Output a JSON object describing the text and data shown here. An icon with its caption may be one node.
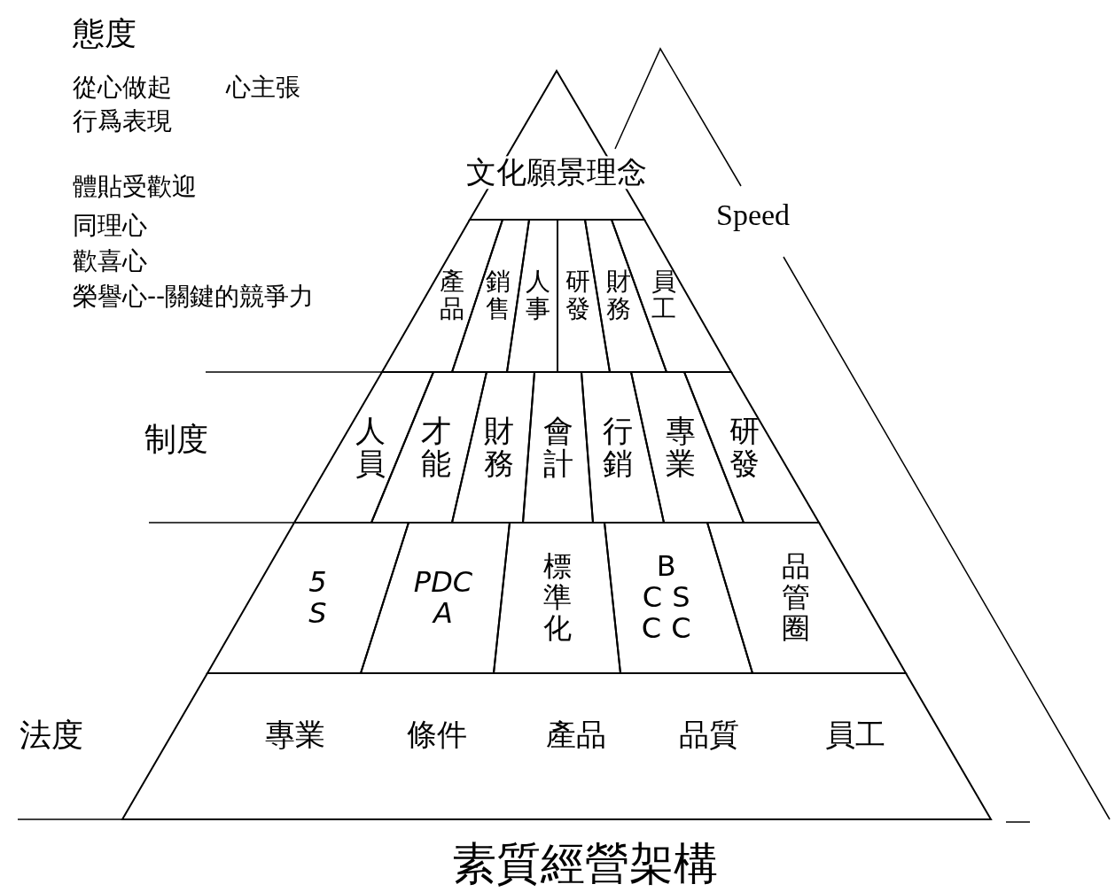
{
  "diagram": {
    "caption": "素質經營架構",
    "nodes": [
      {
        "text": [
          "文化願景理念"
        ]
      },
      {
        "text": [
          "產品"
        ]
      },
      {
        "text": [
          "銷售"
        ]
      },
      {
        "text": [
          "人事"
        ]
      },
      {
        "text": [
          "研發"
        ]
      },
      {
        "text": [
          "財務"
        ]
      },
      {
        "text": [
          "員工"
        ]
      },
      {
        "text": [
          "人員"
        ]
      },
      {
        "text": [
          "才能"
        ]
      },
      {
        "text": [
          "財務"
        ]
      },
      {
        "text": [
          "會計"
        ]
      },
      {
        "text": [
          "行銷"
        ]
      },
      {
        "text": [
          "專業"
        ]
      },
      {
        "text": [
          "研發"
        ]
      },
      {
        "text": [
          "5S"
        ]
      },
      {
        "text": [
          "PDCA"
        ]
      },
      {
        "text": [
          "標準化"
        ]
      },
      {
        "text": [
          "B CS CC"
        ]
      },
      {
        "text": [
          "品管圈"
        ]
      },
      {
        "text": [
          "專業",
          "條件",
          "產品",
          "品質",
          "員工"
        ]
      }
    ],
    "labels": [
      "態度",
      "從心做起",
      "心主張",
      "行爲表現",
      "體貼受歡迎",
      "同理心",
      "歡喜心",
      "榮譽心--關鍵的競爭力",
      "Speed",
      "制度",
      "法度"
    ]
  }
}
